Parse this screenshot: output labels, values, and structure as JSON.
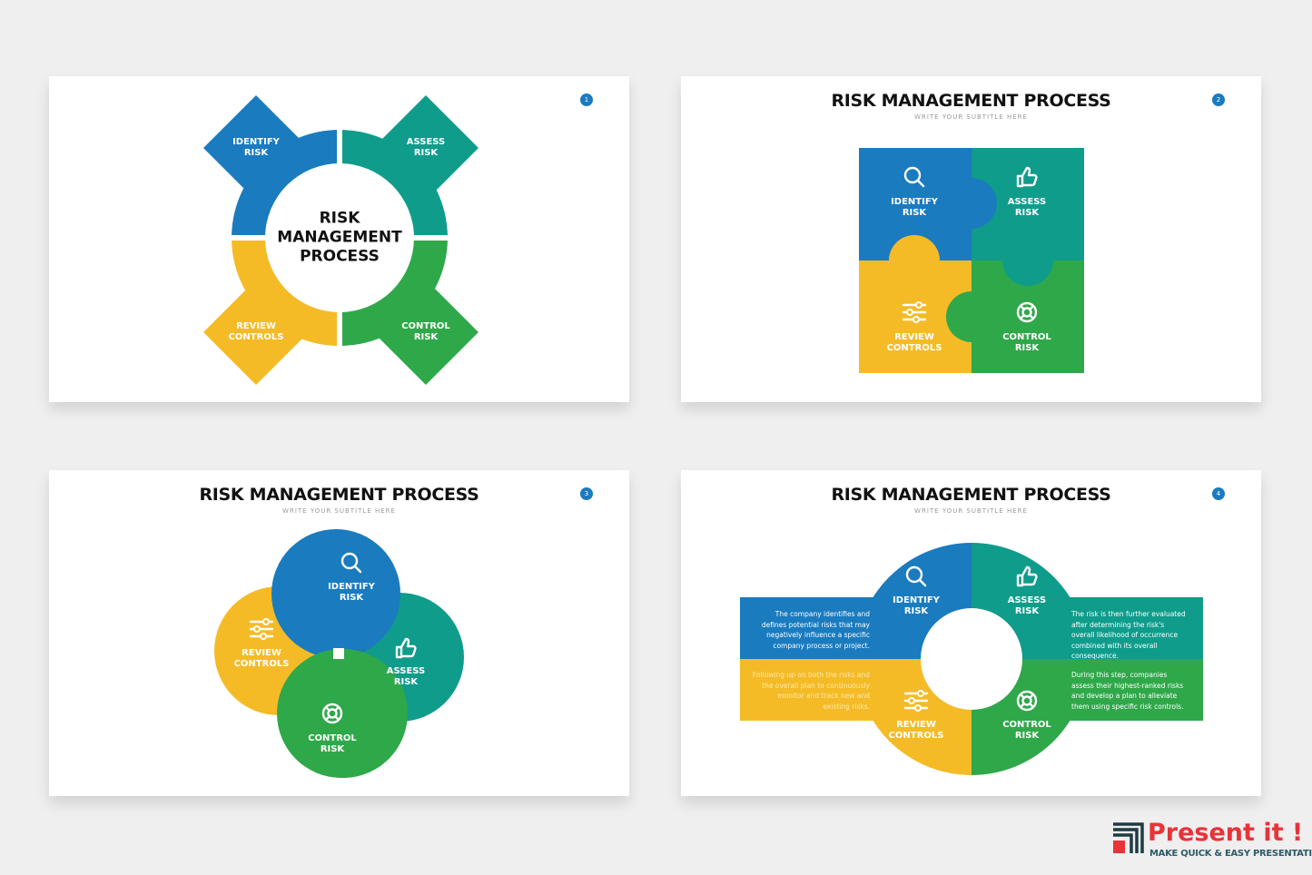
{
  "colors": {
    "blue": "#1a7bbf",
    "teal": "#0f9c8b",
    "green": "#2fa84a",
    "yellow": "#f5bb27",
    "badge": "#1a7bbf",
    "logo_red": "#e8333a"
  },
  "labels": {
    "identify": "IDENTIFY\nRISK",
    "assess": "ASSESS\nRISK",
    "review": "REVIEW\nCONTROLS",
    "control": "CONTROL\nRISK"
  },
  "icons": {
    "identify": "search-icon",
    "assess": "thumbs-up-icon",
    "review": "sliders-icon",
    "control": "lifebuoy-icon"
  },
  "slides": [
    {
      "page": "1",
      "center_title": "RISK\nMANAGEMENT\nPROCESS"
    },
    {
      "page": "2",
      "title": "RISK MANAGEMENT PROCESS",
      "subtitle": "WRITE YOUR SUBTITLE HERE"
    },
    {
      "page": "3",
      "title": "RISK MANAGEMENT PROCESS",
      "subtitle": "WRITE YOUR SUBTITLE HERE"
    },
    {
      "page": "4",
      "title": "RISK MANAGEMENT PROCESS",
      "subtitle": "WRITE YOUR SUBTITLE HERE",
      "descriptions": {
        "identify": "The company identifies and defines potential risks that may negatively influence a specific company process or project.",
        "assess": "The risk is then further evaluated after determining the risk's overall likelihood of occurrence combined with its overall consequence.",
        "review": "Following up on both the risks and the overall plan to continuously monitor and track new and existing risks.",
        "control": "During this step, companies assess their highest-ranked risks and develop a plan to alleviate them using specific risk controls."
      }
    }
  ],
  "logo": {
    "brand": "Present it !",
    "tagline": "MAKE QUICK & EASY PRESENTATIONS"
  }
}
